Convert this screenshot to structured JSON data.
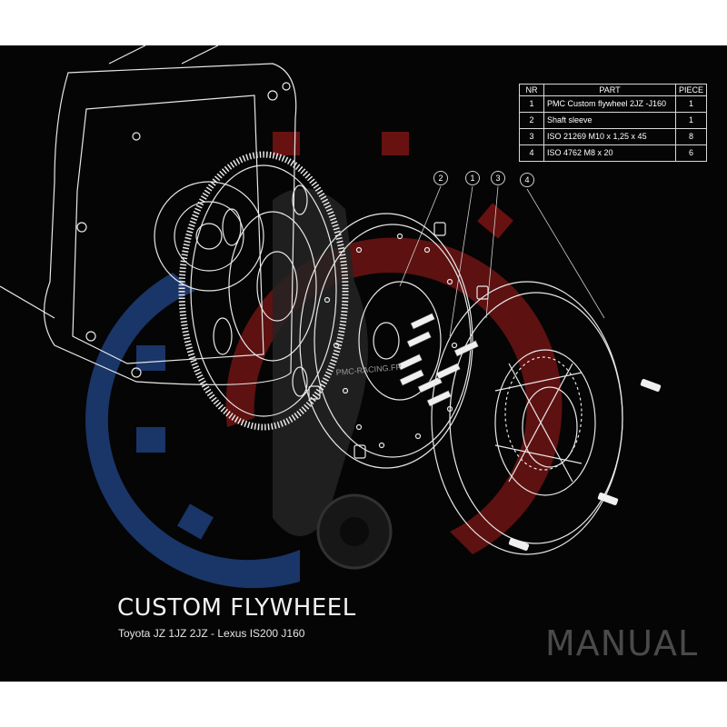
{
  "title": "CUSTOM FLYWHEEL",
  "subtitle": "Toyota JZ 1JZ 2JZ - Lexus IS200 J160",
  "manual_label": "MANUAL",
  "watermark_text": "PMC-RACING.FR",
  "colors": {
    "background": "#050505",
    "line_art": "#e8e8e8",
    "logo_red": "#8b1a1a",
    "logo_blue": "#1f3f7a",
    "manual_text": "#4a4a4a"
  },
  "parts_table": {
    "headers": [
      "NR",
      "PART",
      "PIECE"
    ],
    "rows": [
      {
        "nr": "1",
        "part": "PMC Custom flywheel 2JZ -J160",
        "piece": "1"
      },
      {
        "nr": "2",
        "part": "Shaft sleeve",
        "piece": "1"
      },
      {
        "nr": "3",
        "part": "ISO 21269 M10 x 1,25 x 45",
        "piece": "8"
      },
      {
        "nr": "4",
        "part": "ISO 4762 M8 x 20",
        "piece": "6"
      }
    ]
  },
  "callouts": [
    "2",
    "1",
    "3",
    "4"
  ],
  "icons": [
    "gear-logo-watermark",
    "exploded-flywheel-drawing"
  ]
}
